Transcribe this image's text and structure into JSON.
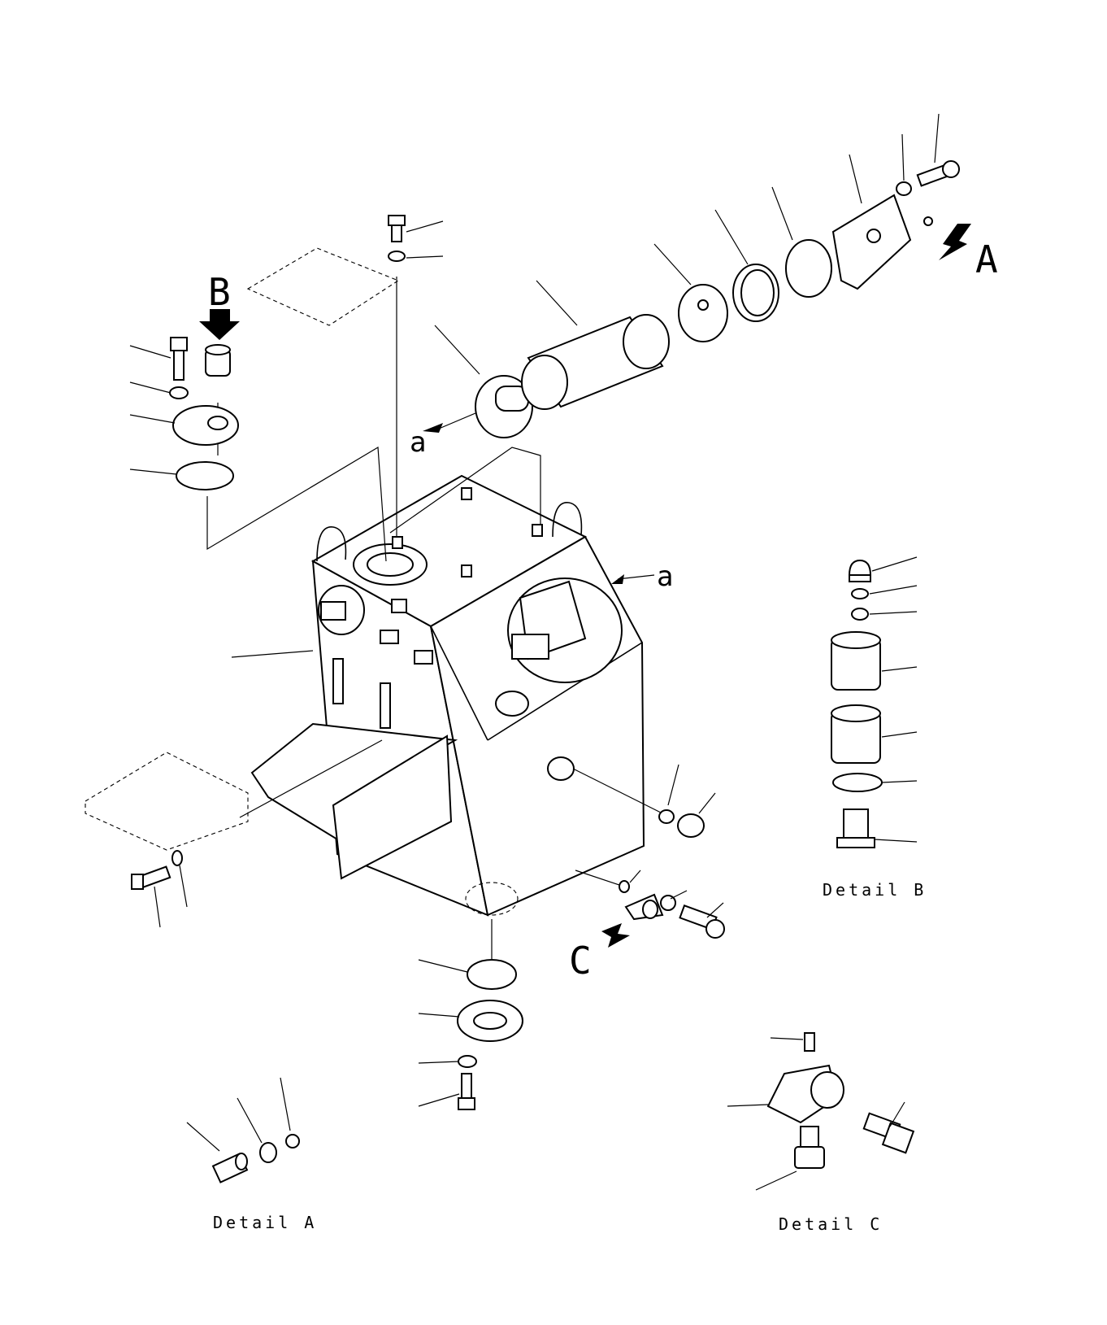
{
  "callouts": {
    "A": "A",
    "B": "B",
    "C": "C",
    "a_top": "a",
    "a_right": "a"
  },
  "detail_labels": {
    "detail_a": "Detail A",
    "detail_b": "Detail B",
    "detail_c": "Detail C"
  }
}
